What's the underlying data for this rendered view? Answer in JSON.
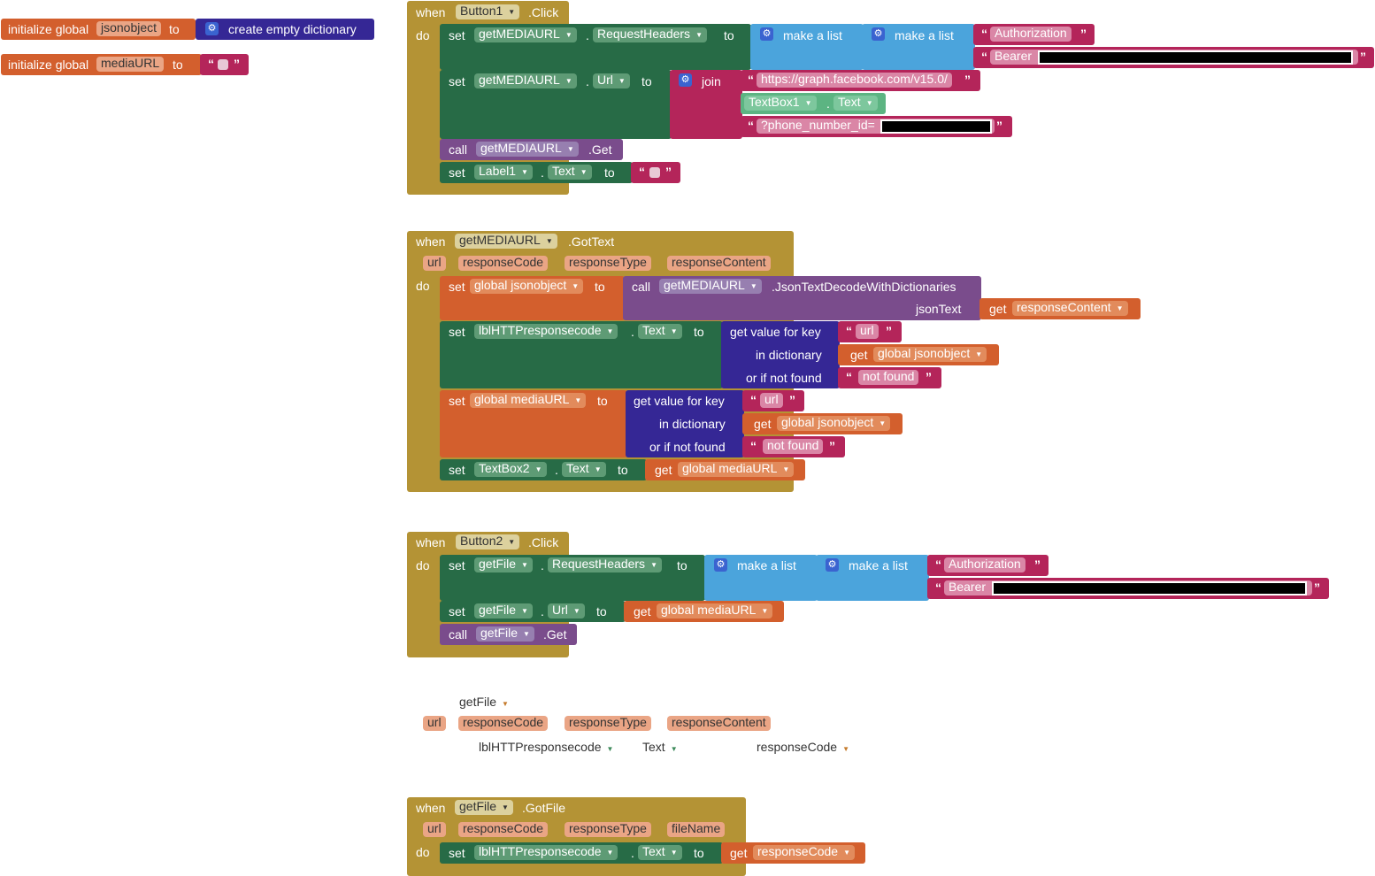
{
  "globals": {
    "init_label": "initialize global",
    "to_label": "to",
    "jsonobject_name": "jsonobject",
    "create_empty_dictionary": "create empty dictionary",
    "mediaurl_name": "mediaURL"
  },
  "keywords": {
    "when": "when",
    "do": "do",
    "set": "set",
    "to": "to",
    "call": "call",
    "get": "get",
    "make_a_list": "make a list",
    "join": "join",
    "dot": "."
  },
  "button1_click": {
    "component": "Button1",
    "event": ".Click",
    "getmediaurl": "getMEDIAURL",
    "request_headers": "RequestHeaders",
    "authorization": "Authorization",
    "bearer": "Bearer",
    "url_prop": "Url",
    "graph_url": "https://graph.facebook.com/v15.0/",
    "textbox1": "TextBox1",
    "text_prop": "Text",
    "phone_param": "?phone_number_id=",
    "get_method": ".Get",
    "label1": "Label1"
  },
  "getmediaurl_gottext": {
    "component": "getMEDIAURL",
    "event": ".GotText",
    "params": [
      "url",
      "responseCode",
      "responseType",
      "responseContent"
    ],
    "global_jsonobject": "global jsonobject",
    "json_decode": ".JsonTextDecodeWithDictionaries",
    "json_text": "jsonText",
    "response_content": "responseContent",
    "lbl_http": "lblHTTPresponsecode",
    "text_prop": "Text",
    "get_value_for_key": "get value for key",
    "in_dictionary": "in dictionary",
    "or_if_not_found": "or if not found",
    "key_url": "url",
    "not_found": "not found",
    "global_mediaurl": "global mediaURL",
    "textbox2": "TextBox2"
  },
  "button2_click": {
    "component": "Button2",
    "event": ".Click",
    "getfile": "getFile",
    "request_headers": "RequestHeaders",
    "authorization": "Authorization",
    "bearer": "Bearer",
    "url_prop": "Url",
    "global_mediaurl": "global mediaURL",
    "get_method": ".Get"
  },
  "disabled_fragment": {
    "component": "getFile",
    "params": [
      "url",
      "responseCode",
      "responseType",
      "responseContent"
    ],
    "lbl_http": "lblHTTPresponsecode",
    "text_prop": "Text",
    "response_code": "responseCode"
  },
  "getfile_gotfile": {
    "component": "getFile",
    "event": ".GotFile",
    "params": [
      "url",
      "responseCode",
      "responseType",
      "fileName"
    ],
    "lbl_http": "lblHTTPresponsecode",
    "text_prop": "Text",
    "response_code": "responseCode"
  },
  "colors": {
    "event_gold": "#b49335",
    "setter_green": "#276b46",
    "variable_orange": "#d35f2d",
    "method_purple": "#7a4c8c",
    "dictionary_navy": "#352795",
    "text_pink": "#b4255a",
    "list_blue": "#4ba4dc",
    "component_teal": "#5cb482"
  }
}
